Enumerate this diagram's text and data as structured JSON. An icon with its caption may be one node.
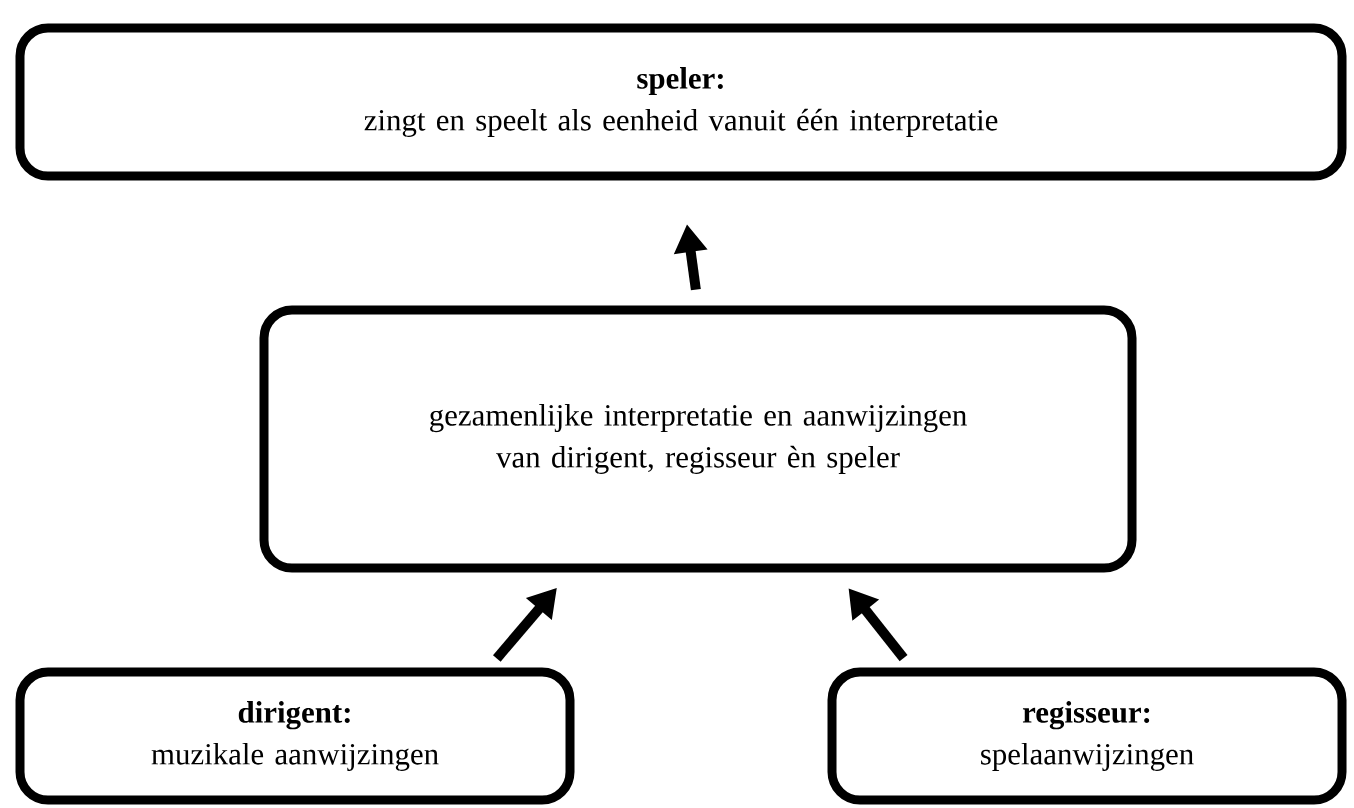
{
  "diagram": {
    "nodes": [
      {
        "text": [
          "speler:",
          "zingt en speelt als eenheid vanuit één interpretatie"
        ]
      },
      {
        "text": [
          "gezamenlijke interpretatie en aanwijzingen van dirigent, regisseur èn speler"
        ]
      },
      {
        "text": [
          "dirigent:",
          "muzikale aanwijzingen"
        ]
      },
      {
        "text": [
          "regisseur:",
          "spelaanwijzingen"
        ]
      }
    ],
    "edges": [
      {
        "from": 1,
        "to": 0,
        "arrow": "to"
      },
      {
        "from": 2,
        "to": 1,
        "arrow": "to"
      },
      {
        "from": 3,
        "to": 1,
        "arrow": "to"
      }
    ]
  }
}
